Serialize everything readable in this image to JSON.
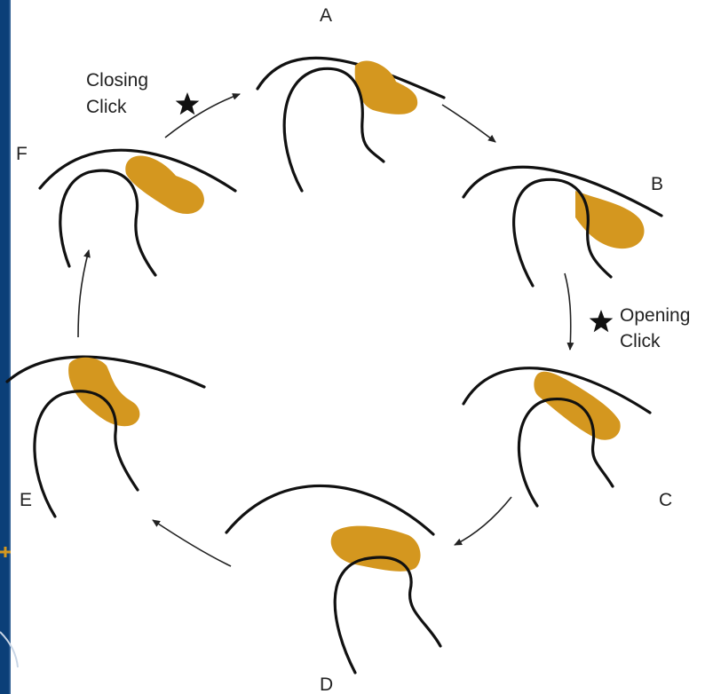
{
  "stages": [
    {
      "id": "A",
      "label": "A"
    },
    {
      "id": "B",
      "label": "B"
    },
    {
      "id": "C",
      "label": "C"
    },
    {
      "id": "D",
      "label": "D"
    },
    {
      "id": "E",
      "label": "E"
    },
    {
      "id": "F",
      "label": "F"
    }
  ],
  "annotations": {
    "closing": {
      "line1": "Closing",
      "line2": "Click"
    },
    "opening": {
      "line1": "Opening",
      "line2": "Click"
    }
  },
  "colors": {
    "disc": "#d4971f",
    "bone": "#111111",
    "background": "#0b3f78",
    "panel": "#ffffff"
  },
  "icons": [
    "star-icon"
  ]
}
